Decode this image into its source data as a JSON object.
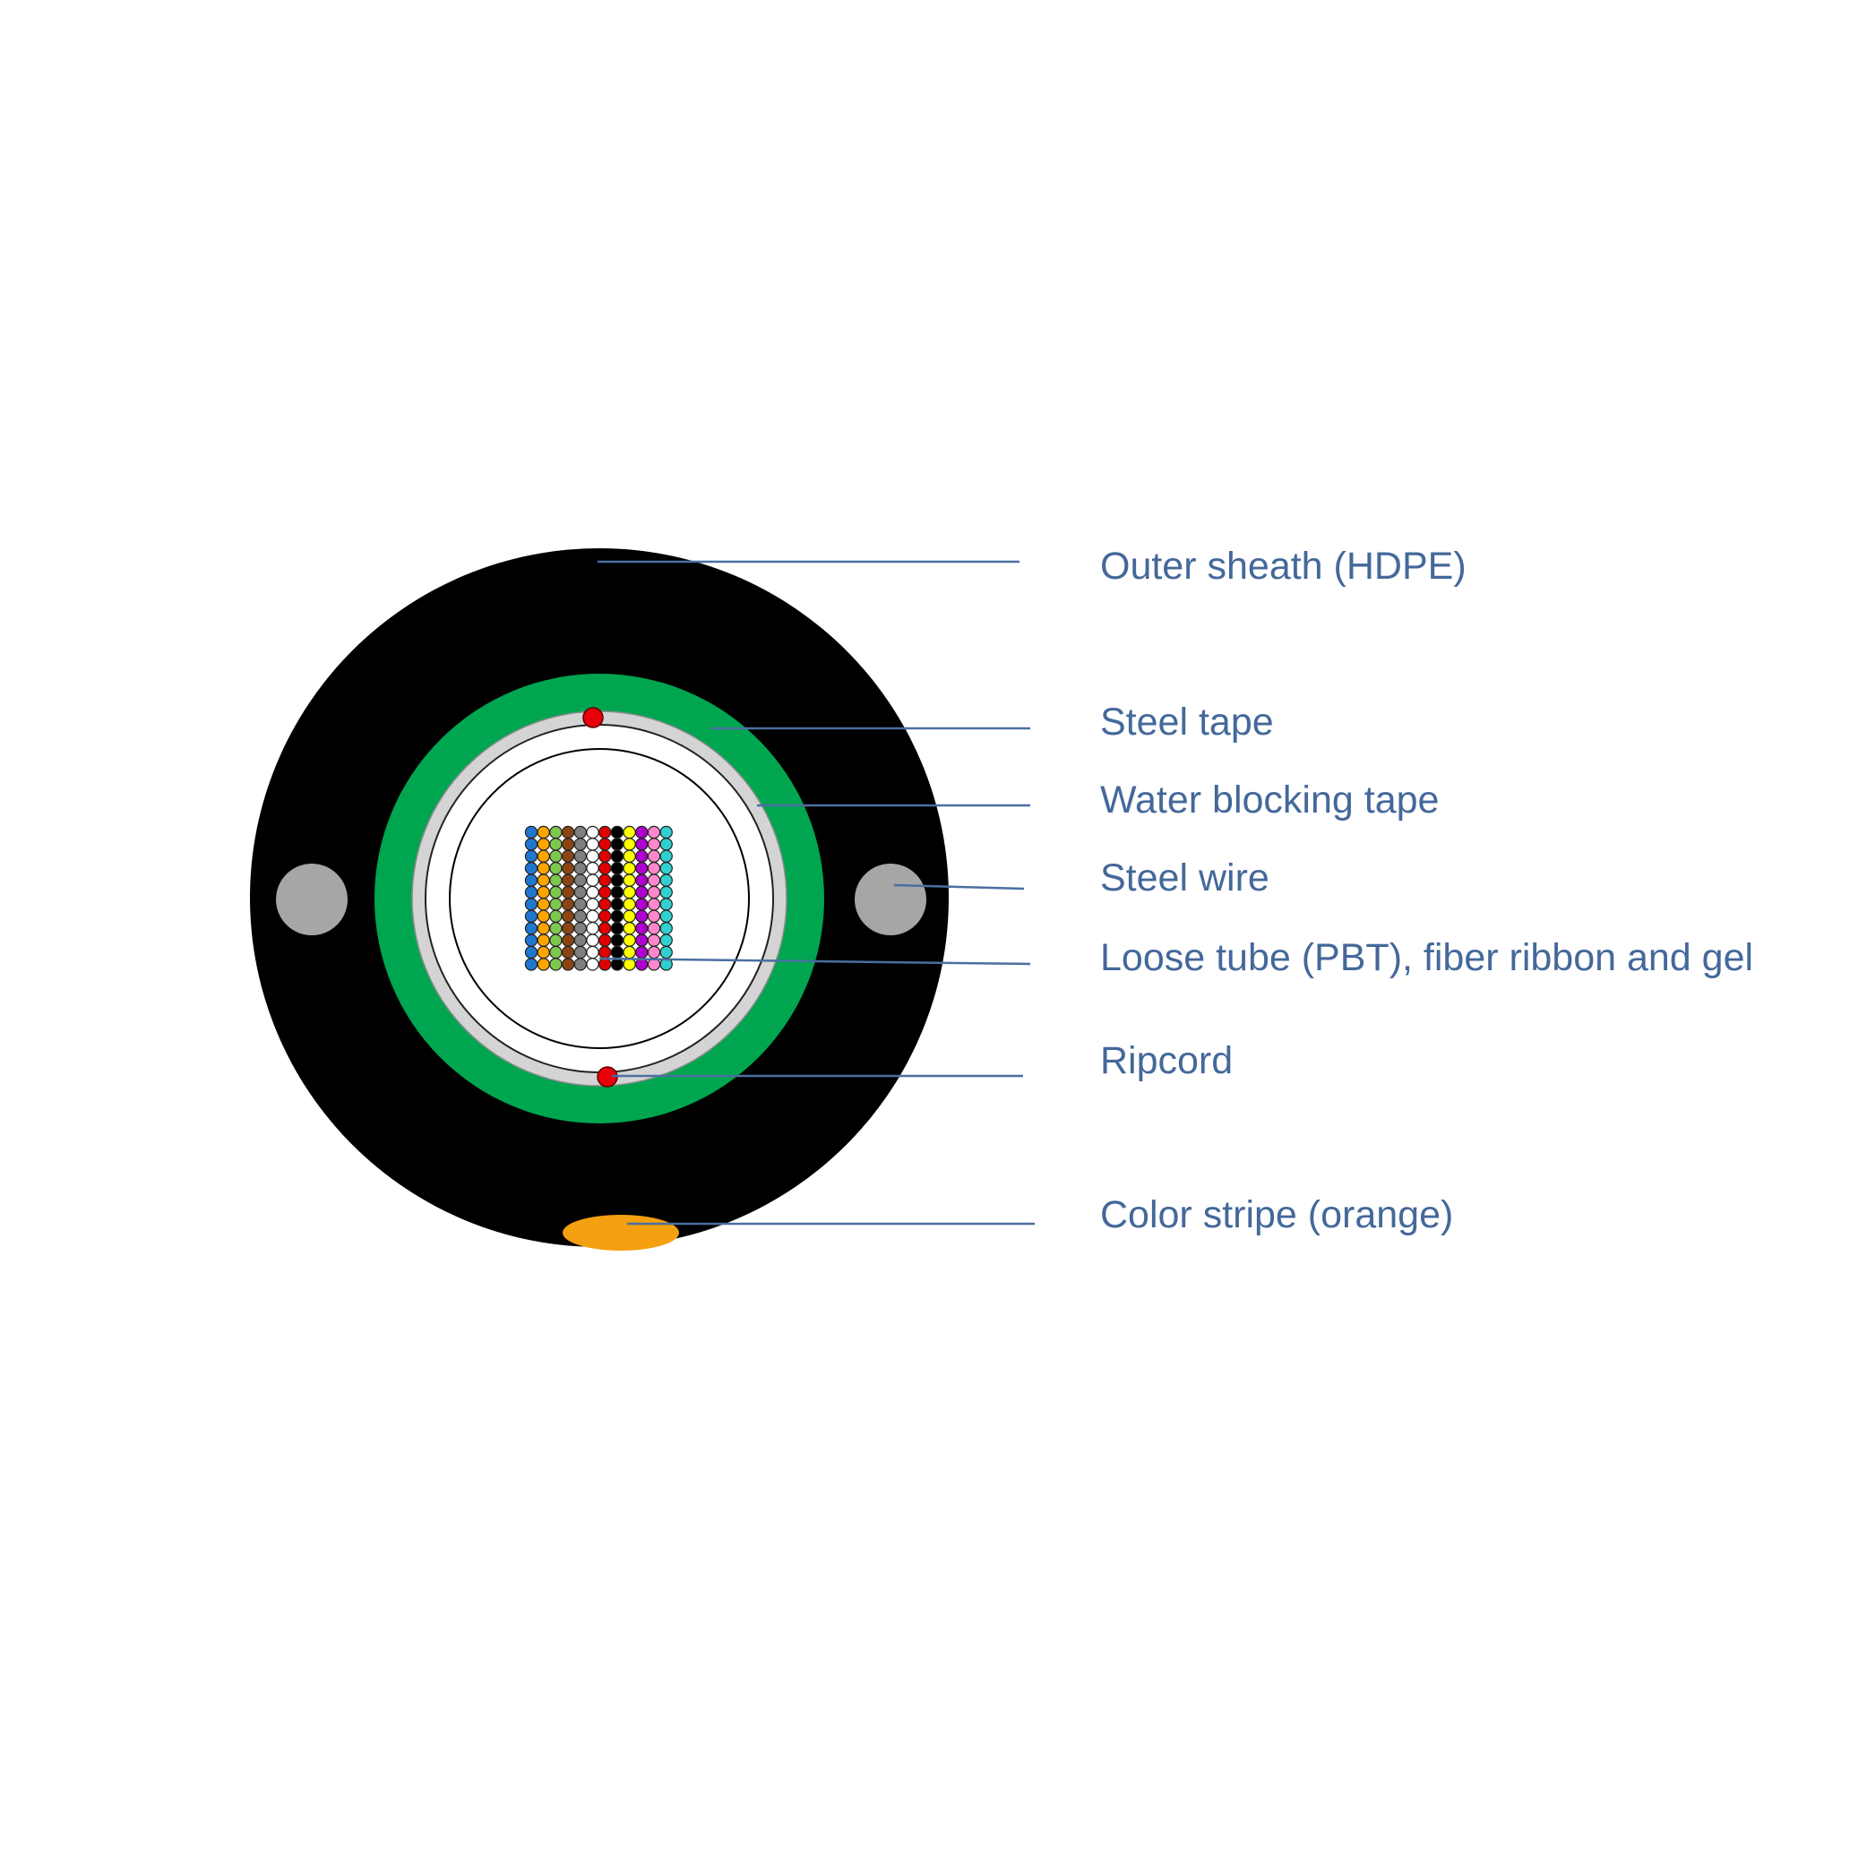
{
  "labels": [
    "Outer sheath (HDPE)",
    "Steel tape",
    "Water blocking tape",
    "Steel wire",
    "Loose tube (PBT), fiber ribbon and gel",
    "Ripcord",
    "Color stripe (orange)"
  ],
  "colors": {
    "label_text": "#44689a",
    "leader_line": "#4a6fa0",
    "outer_sheath": "#000000",
    "water_blocking_tape": "#00a550",
    "steel_tape": "#d4d4d4",
    "steel_wire": "#a6a6a6",
    "ripcord": "#e8000b",
    "color_stripe": "#f5a011",
    "loose_tube_outline": "#000000",
    "fiber_colors": [
      "#1f77d0",
      "#ffa500",
      "#7ec850",
      "#8b4513",
      "#808080",
      "#ffffff",
      "#e00000",
      "#000000",
      "#ffff00",
      "#b000d0",
      "#ff88cc",
      "#30d0d0"
    ]
  }
}
